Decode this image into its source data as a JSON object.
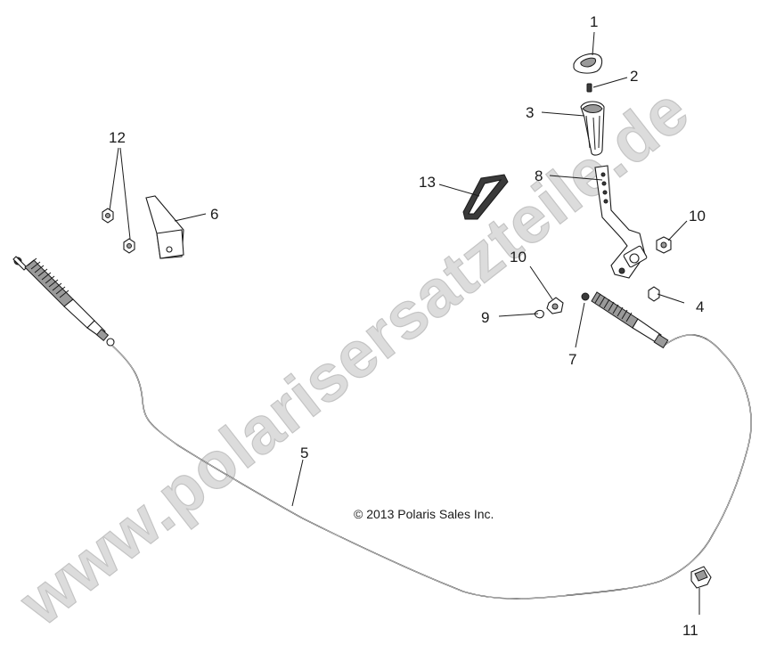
{
  "watermark": "www.polarisersatzteile.de",
  "copyright": "© 2013 Polaris Sales Inc.",
  "callouts": [
    {
      "id": "1",
      "label": "1"
    },
    {
      "id": "2",
      "label": "2"
    },
    {
      "id": "3",
      "label": "3"
    },
    {
      "id": "4",
      "label": "4"
    },
    {
      "id": "5",
      "label": "5"
    },
    {
      "id": "6",
      "label": "6"
    },
    {
      "id": "7",
      "label": "7"
    },
    {
      "id": "8",
      "label": "8"
    },
    {
      "id": "9",
      "label": "9"
    },
    {
      "id": "10a",
      "label": "10"
    },
    {
      "id": "10b",
      "label": "10"
    },
    {
      "id": "11",
      "label": "11"
    },
    {
      "id": "12",
      "label": "12"
    },
    {
      "id": "13",
      "label": "13"
    }
  ]
}
